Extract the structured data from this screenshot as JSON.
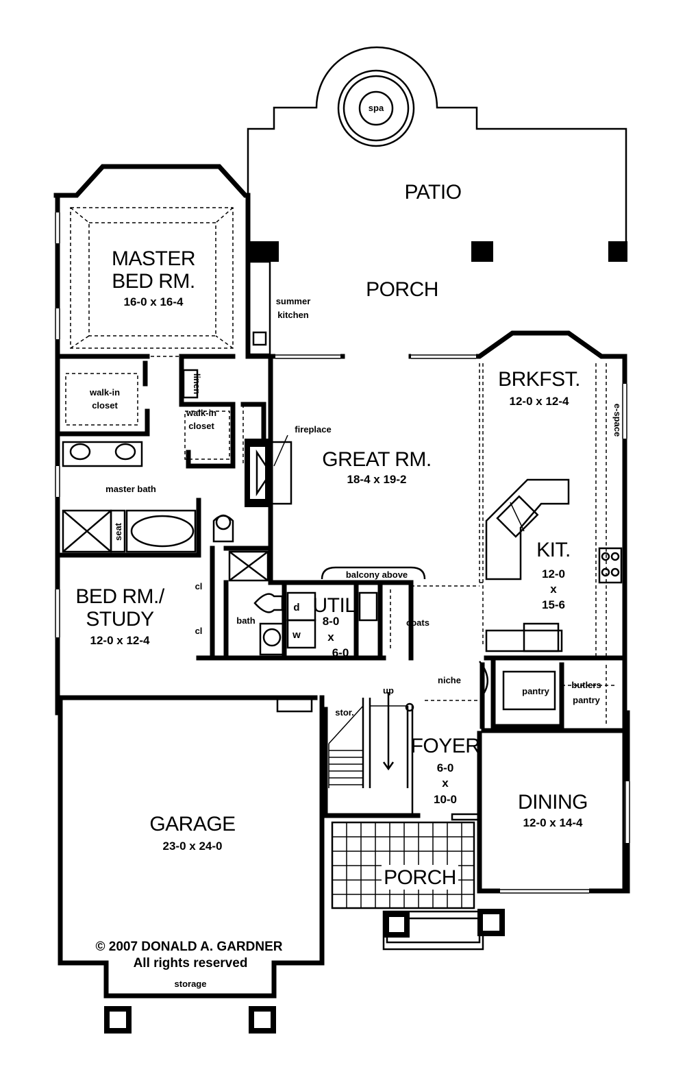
{
  "rooms": {
    "spa": "spa",
    "patio": "PATIO",
    "porch_rear": "PORCH",
    "master_name_1": "MASTER",
    "master_name_2": "BED RM.",
    "master_dim": "16-0 x 16-4",
    "summer_1": "summer",
    "summer_2": "kitchen",
    "brkfst_name": "BRKFST.",
    "brkfst_dim": "12-0 x 12-4",
    "espace": "e-space",
    "walkin1_1": "walk-in",
    "walkin1_2": "closet",
    "linen": "linen",
    "walkin2_1": "walk-in",
    "walkin2_2": "closet",
    "fireplace": "fireplace",
    "great_name": "GREAT RM.",
    "great_dim": "18-4 x 19-2",
    "master_bath": "master bath",
    "seat": "seat",
    "kit_name": "KIT.",
    "kit_dim_1": "12-0",
    "kit_dim_2": "x",
    "kit_dim_3": "15-6",
    "balcony": "balcony above",
    "bed2_name_1": "BED RM./",
    "bed2_name_2": "STUDY",
    "bed2_dim": "12-0 x 12-4",
    "cl_1": "cl",
    "cl_2": "cl",
    "bath": "bath",
    "dryer": "d",
    "washer": "w",
    "util_name": "UTIL",
    "util_dim_1": "8-0",
    "util_dim_2": "x",
    "util_dim_3": "6-0",
    "coats": "coats",
    "niche": "niche",
    "pantry": "pantry",
    "butlers_1": "butlers",
    "butlers_2": "pantry",
    "up": "up",
    "stor": "stor.",
    "foyer_name": "FOYER",
    "foyer_dim_1": "6-0",
    "foyer_dim_2": "x",
    "foyer_dim_3": "10-0",
    "dining_name": "DINING",
    "dining_dim": "12-0 x 14-4",
    "garage_name": "GARAGE",
    "garage_dim": "23-0 x 24-0",
    "porch_front": "PORCH",
    "storage": "storage"
  },
  "copyright": {
    "line1": "© 2007 DONALD A. GARDNER",
    "line2": "All rights reserved"
  }
}
